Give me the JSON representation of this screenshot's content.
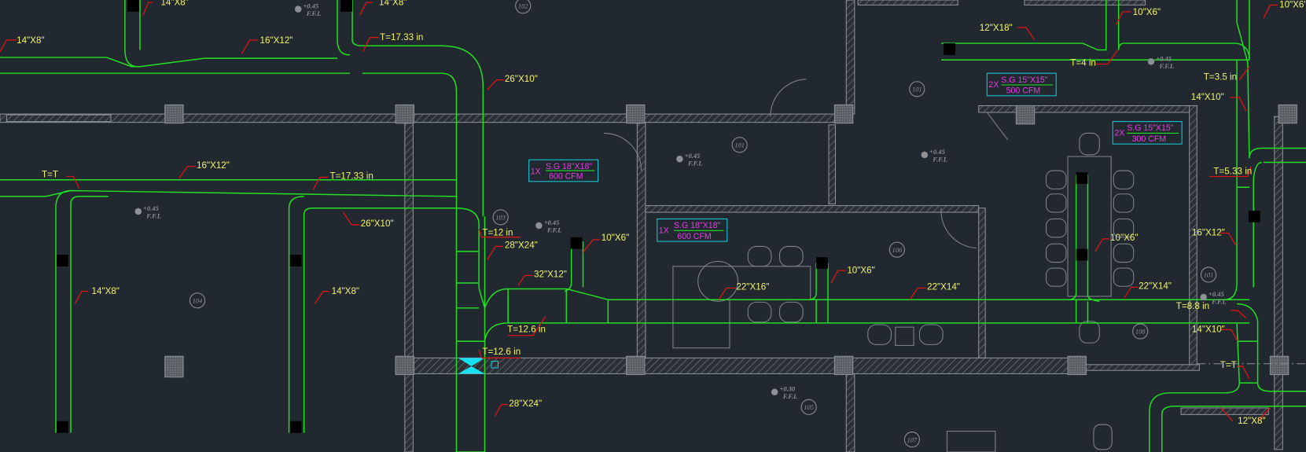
{
  "drawing": {
    "title": "HVAC Ductwork Floor Plan",
    "colors": {
      "background": "#212830",
      "duct": "#22e022",
      "label": "#f4f46a",
      "leader": "#e01414",
      "wall": "#8d9094",
      "diffuser": "#a04a7a",
      "grille_box": "#16c8d8",
      "grille_text": "#e040e0"
    }
  },
  "labels": [
    "14\"X8\"",
    "14\"X8\"",
    "14\"X8\"",
    "16\"X12\"",
    "T=17.33  in",
    "26\"X10\"",
    "12\"X18\"",
    "10\"X6\"",
    "T=4  in",
    "10\"X6\"",
    "T=3.5  in",
    "14\"X10\"",
    "T=5.33  in",
    "16\"X12\"",
    "T=8.8  in",
    "14\"X10\"",
    "T=T",
    "12\"X8\"",
    "T=T",
    "16\"X12\"",
    "T=17.33  in",
    "26\"X10\"",
    "T=12  in",
    "28\"X24\"",
    "10\"X6\"",
    "32\"X12\"",
    "T=12.6  in",
    "T=12.6  in",
    "28\"X24\"",
    "14\"X8\"",
    "14\"X8\"",
    "22\"X16\"",
    "10\"X6\"",
    "22\"X14\"",
    "10\"X6\"",
    "22\"X14\""
  ],
  "grilles": [
    {
      "qty": "1X",
      "type": "S.G  18\"X18\"",
      "cfm": "600  CFM"
    },
    {
      "qty": "1X",
      "type": "S.G  18\"X18\"",
      "cfm": "600  CFM"
    },
    {
      "qty": "2X",
      "type": "S.G  15\"X15\"",
      "cfm": "500  CFM"
    },
    {
      "qty": "2X",
      "type": "S.G  15\"X15\"",
      "cfm": "300  CFM"
    }
  ],
  "rooms": [
    "102",
    "101",
    "101",
    "103",
    "104",
    "106",
    "101",
    "108",
    "105",
    "107"
  ],
  "levels": [
    {
      "value": "+0.45",
      "ref": "F.F.L"
    },
    {
      "value": "+0.45",
      "ref": "F.F.L"
    },
    {
      "value": "+0.45",
      "ref": "F.F.L"
    },
    {
      "value": "+0.45",
      "ref": "F.F.L"
    },
    {
      "value": "+0.45",
      "ref": "F.F.L"
    },
    {
      "value": "+0.45",
      "ref": "F.F.L"
    },
    {
      "value": "+0.45",
      "ref": "F.F.L"
    },
    {
      "value": "+0.30",
      "ref": "F.F.L"
    }
  ]
}
